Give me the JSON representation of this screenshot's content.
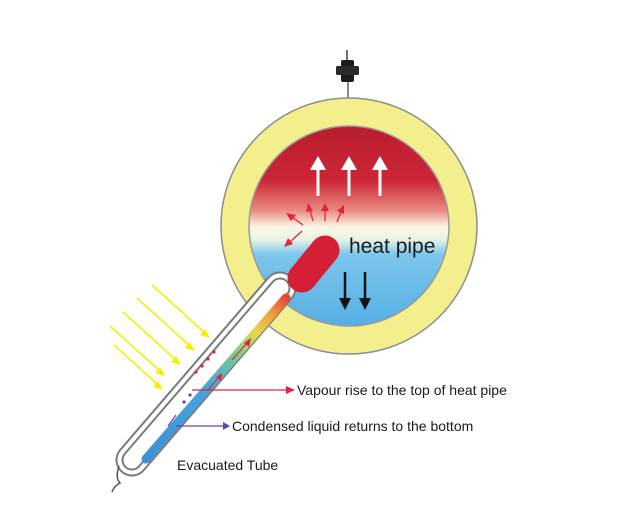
{
  "labels": {
    "heat_pipe": "heat pipe",
    "vapour": "Vapour rise to the top of heat pipe",
    "condensed": "Condensed liquid returns to the bottom",
    "evacuated": "Evacuated Tube"
  },
  "colors": {
    "insulation_yellow": "#f3ef8d",
    "hot_red": "#cc1f30",
    "cold_blue": "#5ab4e6",
    "sun_rays": "#f5f000",
    "vapour_arrow": "#e0253a",
    "liquid_arrow": "#6a3db8"
  }
}
